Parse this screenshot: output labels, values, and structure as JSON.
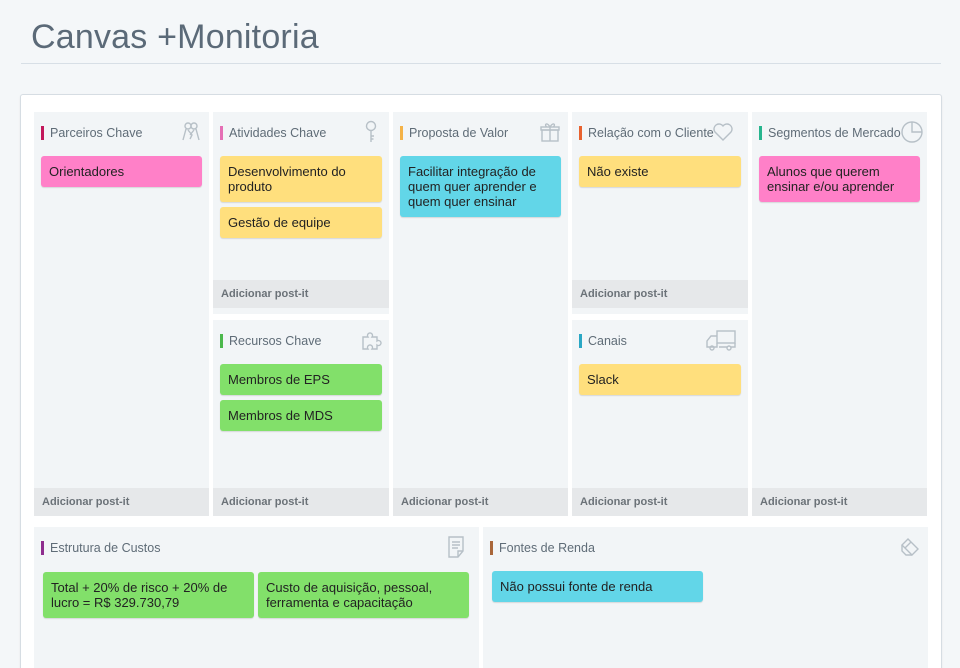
{
  "page_title": "Canvas +Monitoria",
  "add_label": "Adicionar post-it",
  "colors": {
    "parceiros": "#c2185b",
    "atividades": "#e56fb5",
    "proposta": "#f4b247",
    "relacao": "#e8622f",
    "segmentos": "#27b58e",
    "recursos": "#4cb84c",
    "canais": "#2aa7c4",
    "custos": "#8e2d8e",
    "fontes": "#a9663a",
    "note_pink": "#ff80c8",
    "note_yellow": "#ffdf7d",
    "note_blue": "#62d6e8",
    "note_green": "#82e06a"
  },
  "blocks": {
    "parceiros": {
      "title": "Parceiros Chave",
      "icon": "handshake-icon",
      "notes": [
        "Orientadores"
      ]
    },
    "atividades": {
      "title": "Atividades Chave",
      "icon": "key-icon",
      "notes": [
        "Desenvolvimento do produto",
        "Gestão de equipe"
      ]
    },
    "recursos": {
      "title": "Recursos Chave",
      "icon": "puzzle-icon",
      "notes": [
        "Membros de EPS",
        "Membros de MDS"
      ]
    },
    "proposta": {
      "title": "Proposta de Valor",
      "icon": "gift-icon",
      "notes": [
        "Facilitar integração de quem quer aprender e quem quer ensinar"
      ]
    },
    "relacao": {
      "title": "Relação com o Cliente",
      "icon": "heart-icon",
      "notes": [
        "Não existe"
      ]
    },
    "canais": {
      "title": "Canais",
      "icon": "truck-icon",
      "notes": [
        "Slack"
      ]
    },
    "segmentos": {
      "title": "Segmentos de Mercado",
      "icon": "pie-chart-icon",
      "notes": [
        "Alunos que querem ensinar e/ou aprender"
      ]
    },
    "custos": {
      "title": "Estrutura de Custos",
      "icon": "receipt-icon",
      "notes": [
        "Total + 20% de risco + 20% de lucro = R$ 329.730,79",
        "Custo de aquisição, pessoal, ferramenta e capacitação"
      ]
    },
    "fontes": {
      "title": "Fontes de Renda",
      "icon": "money-bag-icon",
      "notes": [
        "Não possui fonte de renda"
      ]
    }
  }
}
